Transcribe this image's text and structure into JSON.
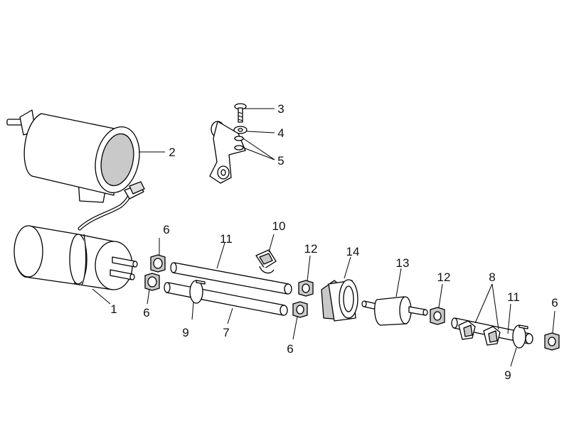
{
  "callouts": {
    "c1": "1",
    "c2": "2",
    "c3": "3",
    "c4": "4",
    "c5": "5",
    "c6a": "6",
    "c6b": "6",
    "c6c": "6",
    "c6d": "6",
    "c7": "7",
    "c8": "8",
    "c9a": "9",
    "c9b": "9",
    "c10": "10",
    "c11a": "11",
    "c11b": "11",
    "c12a": "12",
    "c12b": "12",
    "c13": "13",
    "c14": "14"
  }
}
